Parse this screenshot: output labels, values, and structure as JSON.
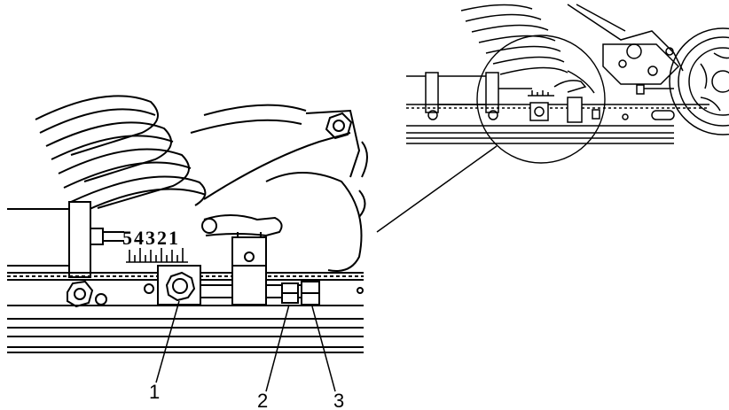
{
  "scale_marking": "54321",
  "callouts": [
    {
      "label": "1"
    },
    {
      "label": "2"
    },
    {
      "label": "3"
    }
  ],
  "colors": {
    "line": "#000000",
    "background": "#ffffff"
  }
}
